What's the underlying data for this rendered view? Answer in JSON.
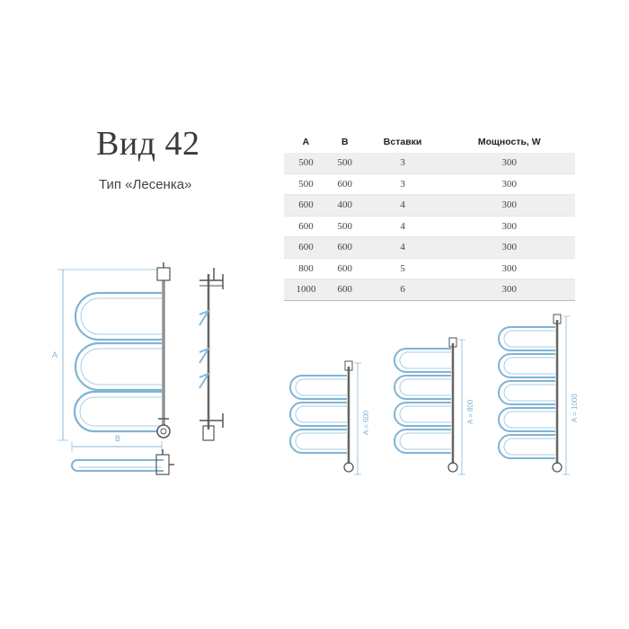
{
  "product": {
    "title": "Вид 42",
    "subtitle": "Тип «Лесенка»"
  },
  "spec_table": {
    "headers": [
      "A",
      "B",
      "Вставки",
      "Мощность, W"
    ],
    "rows": [
      [
        "500",
        "500",
        "3",
        "300"
      ],
      [
        "500",
        "600",
        "3",
        "300"
      ],
      [
        "600",
        "400",
        "4",
        "300"
      ],
      [
        "600",
        "500",
        "4",
        "300"
      ],
      [
        "600",
        "600",
        "4",
        "300"
      ],
      [
        "800",
        "600",
        "5",
        "300"
      ],
      [
        "1000",
        "600",
        "6",
        "300"
      ]
    ]
  },
  "drawing_labels": {
    "dim_a": "A",
    "dim_b": "B",
    "size_600": "A = 600",
    "size_800": "A = 800",
    "size_1000": "A = 1000"
  },
  "colors": {
    "pipe_blue": "#7fb4d6",
    "pipe_dark": "#555555",
    "dimension_line": "#8ab8d8"
  }
}
